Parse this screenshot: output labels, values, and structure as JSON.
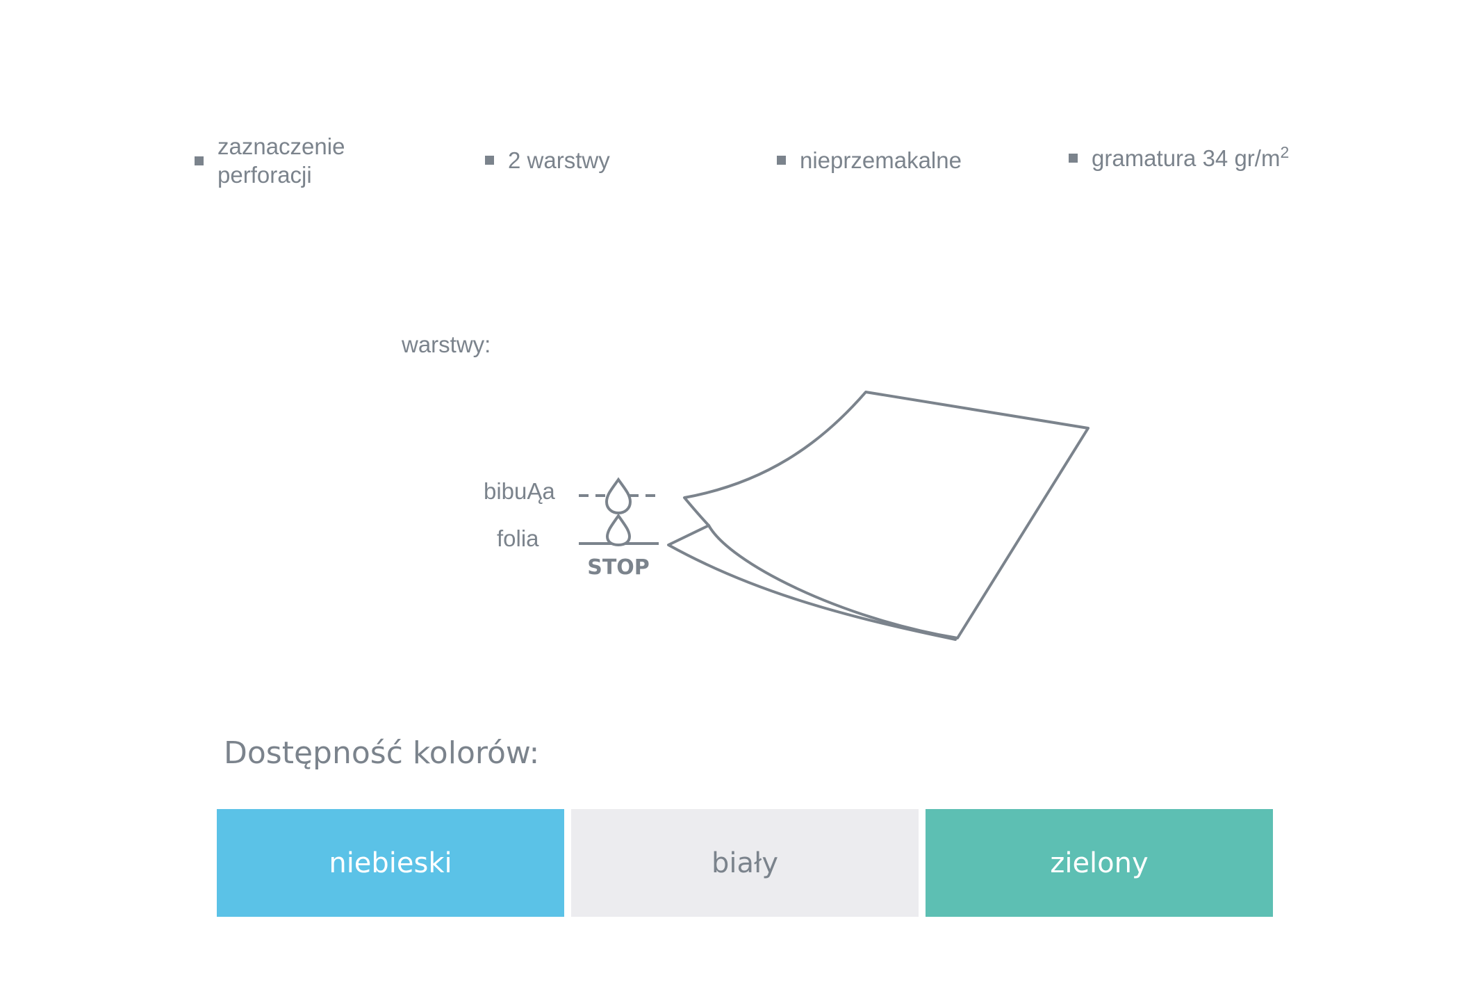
{
  "features": [
    {
      "text": "zaznaczenie perforacji"
    },
    {
      "text": "2 warstwy"
    },
    {
      "text": "nieprzemakalne"
    },
    {
      "text": "gramatura 34 gr/m",
      "superscript": "2"
    }
  ],
  "diagram": {
    "heading": "warstwy:",
    "layer_top_label": "bibuĄa",
    "layer_bottom_label": "folia",
    "stop_label": "STOP",
    "icons": [
      "water-drop-icon",
      "water-drop-icon",
      "sheet-layers-icon"
    ]
  },
  "colors": {
    "title": "Dostępność kolorów:",
    "options": [
      {
        "label": "niebieski",
        "bg": "#5bc2e7",
        "fg": "#ffffff"
      },
      {
        "label": "biały",
        "bg": "#ececef",
        "fg": "#7b838c"
      },
      {
        "label": "zielony",
        "bg": "#5dbfb3",
        "fg": "#ffffff"
      }
    ]
  },
  "palette": {
    "text": "#7b838c",
    "line": "#7b838c"
  }
}
